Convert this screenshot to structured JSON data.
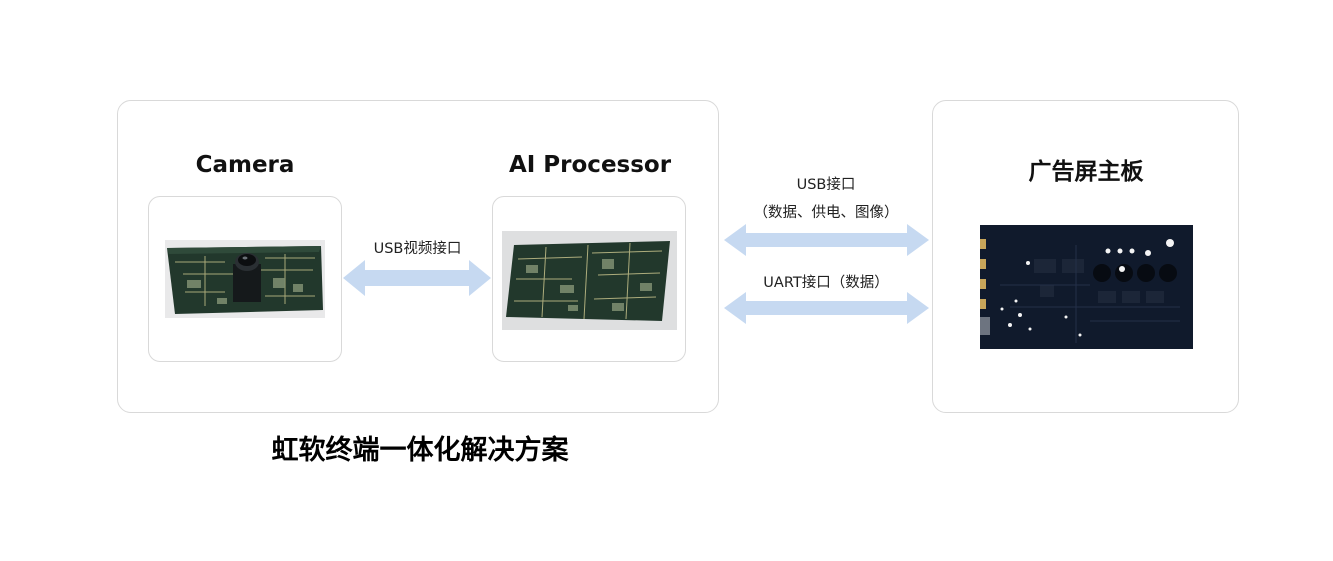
{
  "diagram": {
    "camera_title": "Camera",
    "processor_title": "AI Processor",
    "board_title": "广告屏主板",
    "solution_caption": "虹软终端一体化解决方案",
    "links": {
      "usb_video": "USB视频接口",
      "usb_port": "USB接口",
      "usb_detail": "（数据、供电、图像）",
      "uart": "UART接口（数据）"
    }
  },
  "colors": {
    "arrow": "#c6d9f1",
    "border": "#d9d9d9",
    "pcb_green": "#22382c",
    "board_navy": "#101a2c"
  }
}
